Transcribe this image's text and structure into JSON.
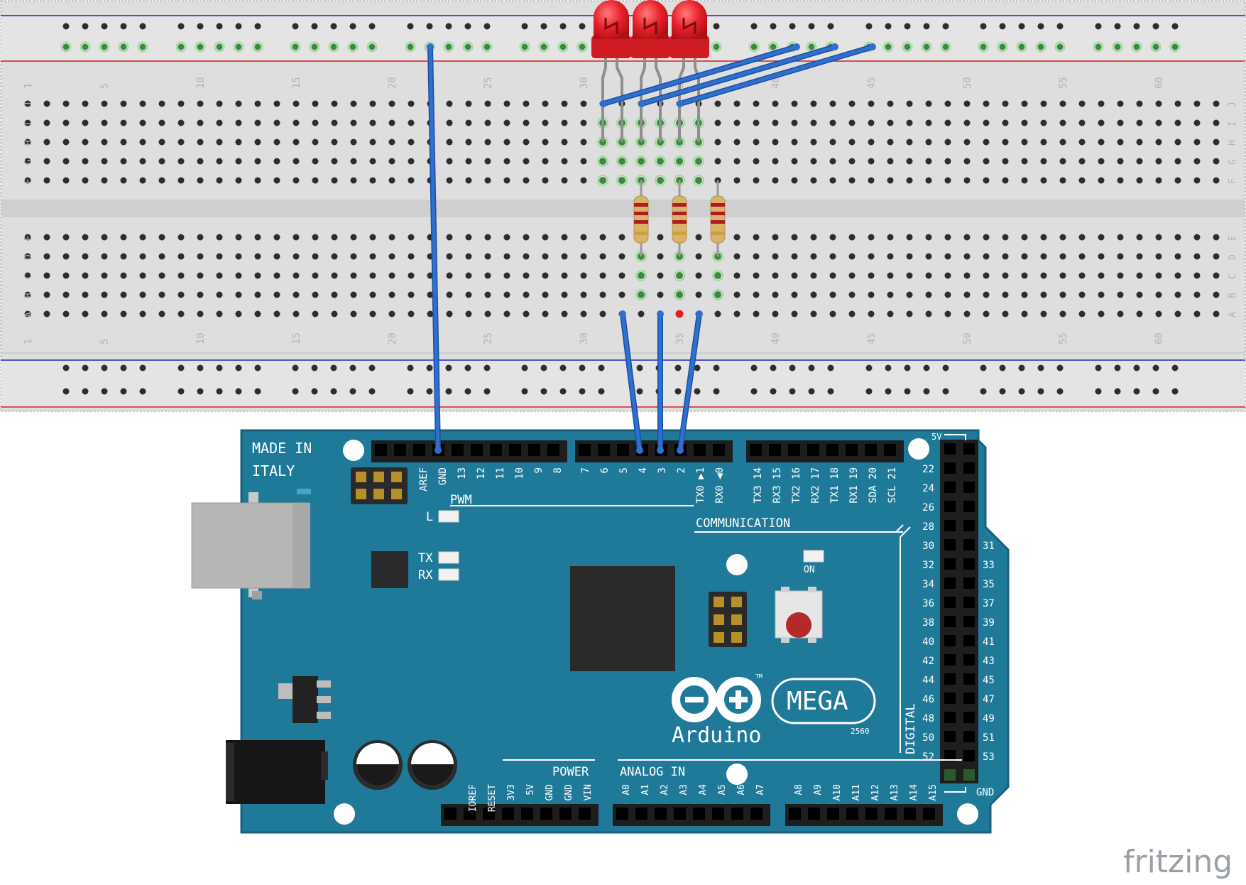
{
  "breadboard": {
    "column_labels": [
      "1",
      "5",
      "10",
      "15",
      "20",
      "25",
      "30",
      "35",
      "40",
      "45",
      "50",
      "55",
      "60"
    ],
    "row_labels_top": [
      "J",
      "I",
      "H",
      "G",
      "F"
    ],
    "row_labels_bottom": [
      "E",
      "D",
      "C",
      "B",
      "A"
    ]
  },
  "board": {
    "made_in": "MADE IN",
    "italy": "ITALY",
    "top_header_left": [
      "AREF",
      "GND",
      "13",
      "12",
      "11",
      "10",
      "9",
      "8"
    ],
    "top_header_mid": [
      "7",
      "6",
      "5",
      "4",
      "3",
      "2",
      "TX0 ▶1",
      "RX0 ◀0"
    ],
    "top_header_comm": [
      "TX3 14",
      "RX3 15",
      "TX2 16",
      "RX2 17",
      "TX1 18",
      "RX1 19",
      "SDA 20",
      "SCL 21"
    ],
    "pwm": "PWM",
    "communication": "COMMUNICATION",
    "led_l": "L",
    "led_tx": "TX",
    "led_rx": "RX",
    "led_on": "ON",
    "five_v": "5V",
    "gnd": "GND",
    "digital": "DIGITAL",
    "digital_left": [
      "22",
      "24",
      "26",
      "28",
      "30",
      "32",
      "34",
      "36",
      "38",
      "40",
      "42",
      "44",
      "46",
      "48",
      "50",
      "52"
    ],
    "digital_right": [
      "31",
      "33",
      "35",
      "37",
      "39",
      "41",
      "43",
      "45",
      "47",
      "49",
      "51",
      "53"
    ],
    "power": "POWER",
    "power_pins": [
      "IOREF",
      "RESET",
      "3V3",
      "5V",
      "GND",
      "GND",
      "VIN"
    ],
    "analog_in": "ANALOG IN",
    "analog_pins_a": [
      "A0",
      "A1",
      "A2",
      "A3",
      "A4",
      "A5",
      "A6",
      "A7"
    ],
    "analog_pins_b": [
      "A8",
      "A9",
      "A10",
      "A11",
      "A12",
      "A13",
      "A14",
      "A15"
    ],
    "brand": "Arduino",
    "model": "MEGA",
    "model_sub": "2560",
    "tm": "TM"
  },
  "watermark": "fritzing",
  "colors": {
    "board": "#1f7a9a",
    "board_dark": "#16617c",
    "wire": "#2f6fd0",
    "led": "#e8212a",
    "breadboard": "#dcdcdc",
    "rail_red": "#d22020",
    "rail_blue": "#2020c8"
  }
}
